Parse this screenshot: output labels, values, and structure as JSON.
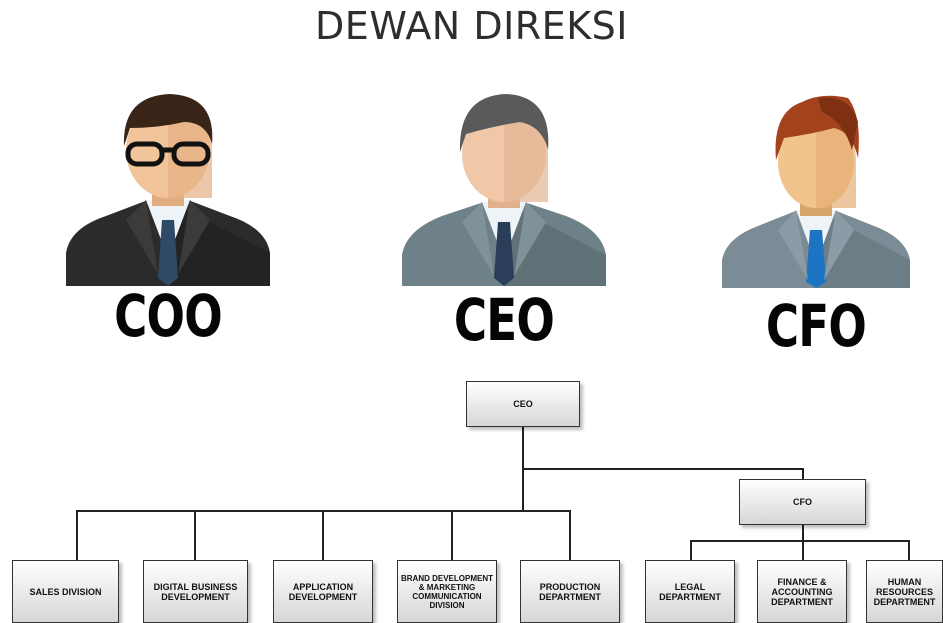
{
  "title": "DEWAN DIREKSI",
  "people": [
    {
      "role": "COO",
      "suit_color": "#2b2b2b",
      "skin": "#f2c49a",
      "hair": "#3a2418",
      "tie": "#2f4a66",
      "glasses": true
    },
    {
      "role": "CEO",
      "suit_color": "#6e8088",
      "skin": "#f0c8a8",
      "hair": "#5a5a5a",
      "tie": "#2a3e5a",
      "glasses": false
    },
    {
      "role": "CFO",
      "suit_color": "#7b8c96",
      "skin": "#f1c38d",
      "hair": "#a2431d",
      "tie": "#1d74c2",
      "glasses": false
    }
  ],
  "org_chart": {
    "root": "CEO",
    "cfo": "CFO",
    "ceo_children": [
      "SALES DIVISION",
      "DIGITAL BUSINESS DEVELOPMENT",
      "APPLICATION DEVELOPMENT",
      "BRAND DEVELOPMENT & MARKETING COMMUNICATION DIVISION",
      "PRODUCTION DEPARTMENT"
    ],
    "cfo_children": [
      "LEGAL DEPARTMENT",
      "FINANCE & ACCOUNTING DEPARTMENT",
      "HUMAN RESOURCES DEPARTMENT"
    ]
  }
}
